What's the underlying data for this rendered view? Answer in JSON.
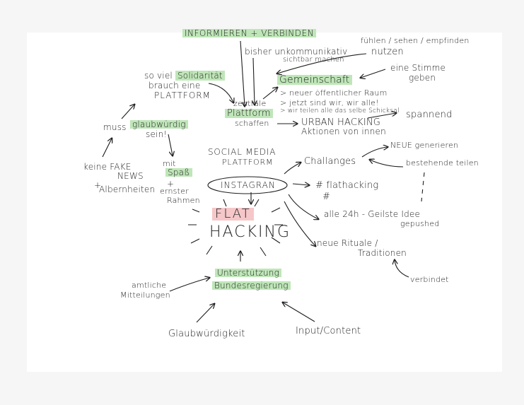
{
  "center": {
    "line1": "FLAT",
    "line2": "HACKING",
    "highlight_color": "#f5c7c9"
  },
  "instagram": {
    "label": "INSTAGRAN",
    "caption_line1": "SOCIAL MEDIA",
    "caption_line2": "PLATTFORM"
  },
  "top": {
    "informieren": "INFORMIEREN + VERBINDEN",
    "bisher": "bisher unkommunikativ",
    "sichtbar": "sichtbar machen",
    "fuehlen": "fühlen / sehen / empfinden",
    "nutzen": "nutzen",
    "eine_stimme_1": "eine Stimme",
    "eine_stimme_2": "geben",
    "gemeinschaft": "Gemeinschaft",
    "bullets": [
      "> neuer öffentlicher Raum",
      "> jetzt sind wir, wir alle!",
      "> wir teilen alle das selbe Schicksal"
    ],
    "urban_1": "URBAN HACKING",
    "urban_2": "Aktionen von innen",
    "spannend": "spannend",
    "zentrale": "zentrale",
    "plattform": "Plattform",
    "schaffen": "schaffen"
  },
  "left": {
    "solidaritaet_1": "so viel",
    "solidaritaet_hl": "Solidarität",
    "solidaritaet_2": "brauch eine",
    "solidaritaet_3": "PLATTFORM",
    "muss": "muss",
    "glaubwuerdig": "glaubwürdig",
    "sein": "sein!",
    "fake_1": "keine FAKE",
    "fake_2": "NEWS",
    "fake_3": "+",
    "fake_4": "Albernheiten",
    "mit": "mit",
    "spass": "Spaß",
    "plus": "+",
    "ernster": "ernster",
    "rahmen": "Rahmen"
  },
  "right": {
    "challanges": "Challanges",
    "neue_generieren": "NEUE generieren",
    "bestehende": "bestehende teilen",
    "flathacking": "# flathacking",
    "hash": "#",
    "alle24": "alle 24h - Geilste Idee",
    "gepushed": "gepushed",
    "rituale_1": "neue Rituale /",
    "rituale_2": "Traditionen",
    "verbindet": "verbindet"
  },
  "bottom": {
    "unterstuetzung": "Unterstützung",
    "bundesregierung": "Bundesregierung",
    "amtliche_1": "amtliche",
    "amtliche_2": "Mitteilungen",
    "glaubwuerdigkeit": "Glaubwürdigkeit",
    "input": "Input/Content"
  },
  "colors": {
    "green_highlight": "#bfe6b8",
    "red_highlight": "#f5c7c9",
    "ink": "#1d1d1d"
  }
}
